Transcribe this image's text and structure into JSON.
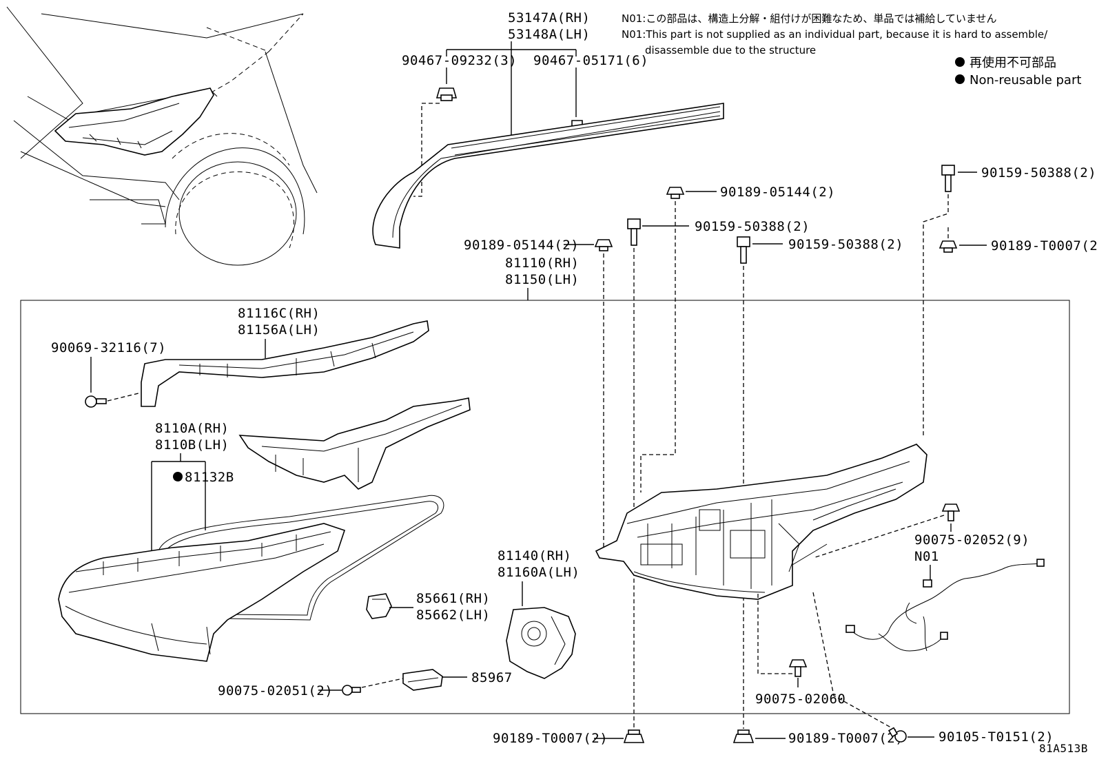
{
  "notes": {
    "n01_jp": "N01:この部品は、構造上分解・組付けが困難なため、単品では補給していません",
    "n01_en_1": "N01:This part is not supplied as an individual part, because it is hard to assemble/",
    "n01_en_2": "disassemble due to the structure",
    "legend_jp": "再使用不可部品",
    "legend_en": "Non-reusable part"
  },
  "labels": {
    "trim_rh": "53147A(RH)",
    "trim_lh": "53148A(LH)",
    "clip_a": "90467-09232(3)",
    "clip_b": "90467-05171(6)",
    "nut_top_mid": "90189-05144(2)",
    "bolt_top_right": "90159-50388(2)",
    "bolt_mid_a": "90159-50388(2)",
    "bolt_mid_b": "90159-50388(2)",
    "nut_left": "90189-05144(2)",
    "nut_right": "90189-T0007(2)",
    "headlamp_rh": "81110(RH)",
    "headlamp_lh": "81150(LH)",
    "bracket_rh": "81116C(RH)",
    "bracket_lh": "81156A(LH)",
    "screw_a": "90069-32116(7)",
    "unit_rh": "8110A(RH)",
    "unit_lh": "8110B(LH)",
    "gasket": "81132B",
    "module_rh": "81140(RH)",
    "module_lh": "81160A(LH)",
    "cover_rh": "85661(RH)",
    "cover_lh": "85662(LH)",
    "screw_b": "90075-02051(2)",
    "ecu": "85967",
    "screw_c": "90075-02052(9)",
    "n01": "N01",
    "screw_d": "90075-02060",
    "nut_bottom_a": "90189-T0007(2)",
    "nut_bottom_b": "90189-T0007(2)",
    "screw_e": "90105-T0151(2)",
    "figure_code": "81A513B"
  }
}
